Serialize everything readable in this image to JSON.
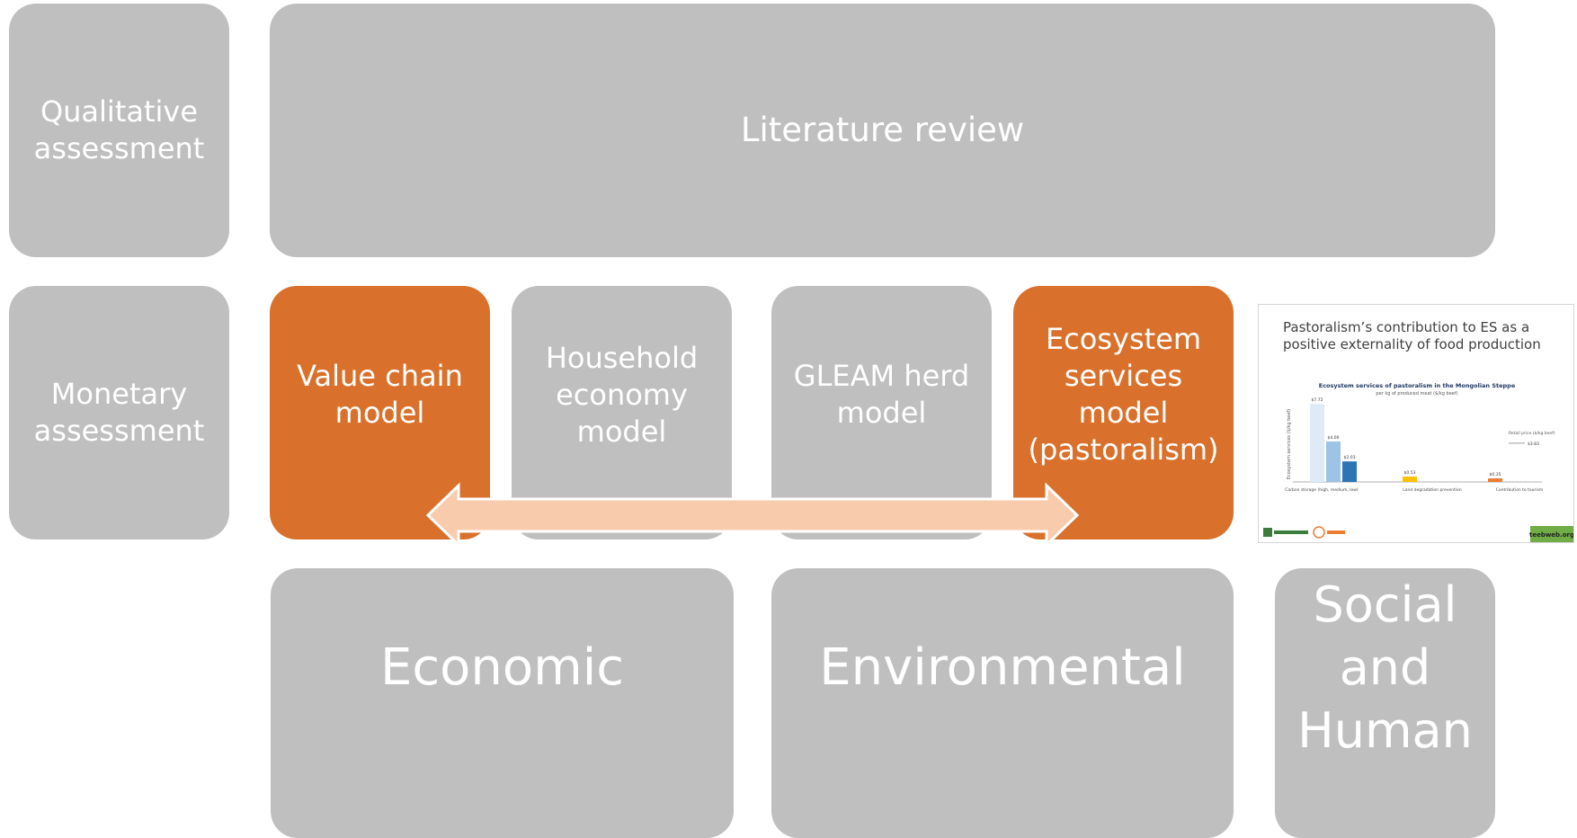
{
  "colors": {
    "box_gray": "#bfbfbf",
    "box_orange": "#d9712c",
    "arrow_fill": "#f8cbad",
    "text": "#ffffff"
  },
  "rows": {
    "qualitative": "Qualitative\nassessment",
    "monetary": "Monetary\nassessment"
  },
  "literature_review": "Literature review",
  "models": {
    "value_chain": "Value chain\nmodel",
    "household": "Household\neconomy\nmodel",
    "gleam": "GLEAM herd\nmodel",
    "ecosystem": "Ecosystem\nservices\nmodel\n(pastoralism)"
  },
  "pillars": {
    "economic": "Economic",
    "environmental": "Environmental",
    "social": "Social\nand\nHuman"
  },
  "arrow_icon": "double-headed-arrow-icon",
  "thumbnail": {
    "title": "Pastoralism’s contribution to ES as a positive externality of food production",
    "chart_data": {
      "type": "bar",
      "title": "Ecosystem services of pastoralism in the Mongolian Steppe",
      "subtitle": "per kg of produced meat ($/kg beef)",
      "ylabel": "Ecosystem services ($/kg beef)",
      "categories": [
        "Carbon storage (high, medium, low)",
        "Land degradation prevention",
        "Contribution to tourism"
      ],
      "series": [
        {
          "values": [
            7.72,
            4.0,
            2.03,
            0.53,
            0.35
          ]
        }
      ],
      "bar_labels": [
        "$7.72",
        "$4.00",
        "$2.03",
        "$0.53",
        "$0.35"
      ],
      "reference_line": {
        "label": "Retail price ($/kg beef)",
        "value_label": "$3.83",
        "value": 3.83
      },
      "footer_right": "teebweb.org"
    }
  }
}
